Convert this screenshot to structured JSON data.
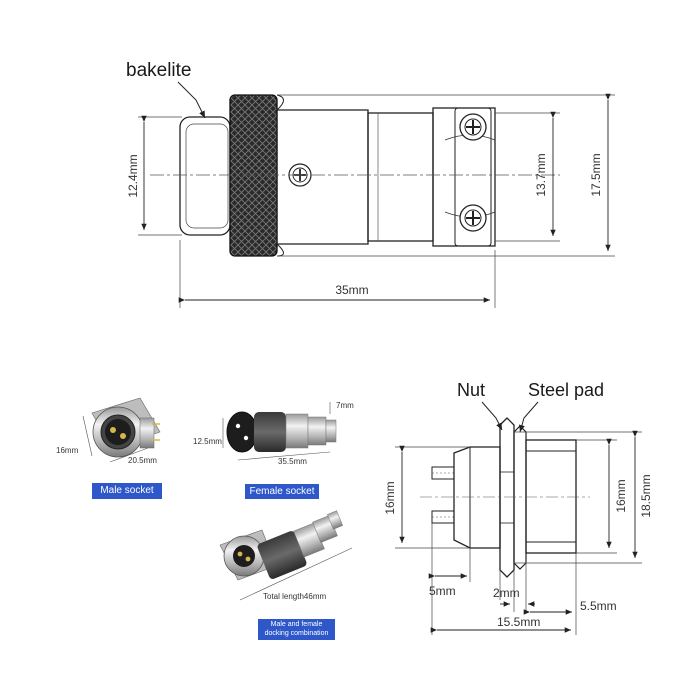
{
  "top": {
    "bakelite_label": "bakelite",
    "dim_height_left": "12.4mm",
    "dim_height_inner": "13.7mm",
    "dim_height_outer": "17.5mm",
    "dim_length": "35mm"
  },
  "photos": {
    "male": {
      "dim_side": "16mm",
      "dim_width": "20.5mm",
      "caption": "Male socket"
    },
    "female": {
      "dim_top": "7mm",
      "dim_left": "12.5mm",
      "dim_length": "35.5mm",
      "caption": "Female socket"
    },
    "combo": {
      "dim_length": "Total length46mm",
      "caption_line1": "Male and female",
      "caption_line2": "docking combination"
    }
  },
  "side": {
    "nut_label": "Nut",
    "steel_pad_label": "Steel pad",
    "dim_left_height": "16mm",
    "dim_right_height_inner": "16mm",
    "dim_right_height_outer": "18.5mm",
    "dim_5": "5mm",
    "dim_2": "2mm",
    "dim_5_5": "5.5mm",
    "dim_15_5": "15.5mm"
  },
  "colors": {
    "badge_blue": "#2e57c9",
    "line": "#222222",
    "metal": "#c8c8c8"
  }
}
